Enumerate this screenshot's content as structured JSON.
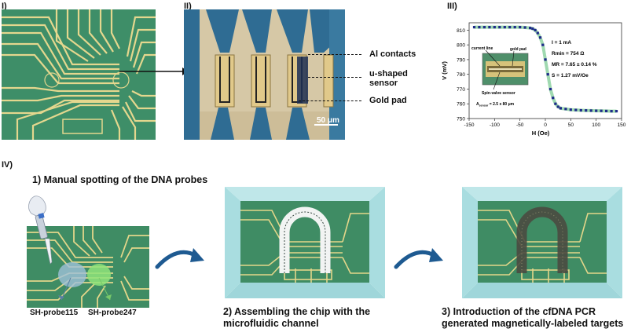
{
  "panels": {
    "p1": "I)",
    "p2": "II)",
    "p3": "III)",
    "p4": "IV)"
  },
  "micro": {
    "al_contacts": "Al contacts",
    "u_sensor_line1": "u-shaped",
    "u_sensor_line2": "sensor",
    "gold_pad": "Gold pad",
    "scale_bar": "50 μm"
  },
  "chart_data": {
    "type": "scatter",
    "xlabel": "H (Oe)",
    "ylabel": "V (mV)",
    "xlim": [
      -150,
      150
    ],
    "ylim": [
      750,
      815
    ],
    "xticks": [
      "-150",
      "-100",
      "-50",
      "0",
      "50",
      "100",
      "150"
    ],
    "yticks": [
      "750",
      "760",
      "770",
      "780",
      "790",
      "800",
      "810"
    ],
    "x": [
      -140,
      -130,
      -120,
      -110,
      -100,
      -90,
      -80,
      -70,
      -60,
      -50,
      -40,
      -30,
      -25,
      -20,
      -15,
      -10,
      -5,
      0,
      5,
      10,
      15,
      20,
      25,
      30,
      40,
      50,
      60,
      70,
      80,
      90,
      100,
      110,
      120,
      130,
      140
    ],
    "y": [
      812,
      812,
      812,
      812,
      812,
      812,
      812,
      812,
      812,
      812,
      811.8,
      811.5,
      811,
      810,
      808,
      805,
      800,
      790,
      780,
      770,
      764,
      760,
      758,
      757,
      756.5,
      756,
      755.8,
      755.6,
      755.5,
      755.4,
      755.3,
      755.2,
      755.1,
      755,
      755
    ],
    "annotations": {
      "current": "I = 1 mA",
      "rmin": "Rmin = 754 Ω",
      "mr": "MR = 7.65 ± 0.14 %",
      "s": "S = 1.27 mV/Oe"
    },
    "inset": {
      "current_line": "current line",
      "gold_pad": "gold pad",
      "spin_valve": "Spin-valve sensor",
      "area_prefix": "A",
      "area_sub": "sensor",
      "area_value": " = 2.5 x 80 μm"
    },
    "marker_color": "#1f2a8a",
    "line_color": "#9fd9b0"
  },
  "steps": {
    "s1": "1) Manual spotting of the DNA probes",
    "s2_line1": "2) Assembling the chip with the",
    "s2_line2": "microfluidic channel",
    "s3_line1": "3) Introduction of the cfDNA PCR",
    "s3_line2": "generated magnetically-labeled targets"
  },
  "probes": {
    "left": "SH-probe115",
    "right": "SH-probe247"
  }
}
